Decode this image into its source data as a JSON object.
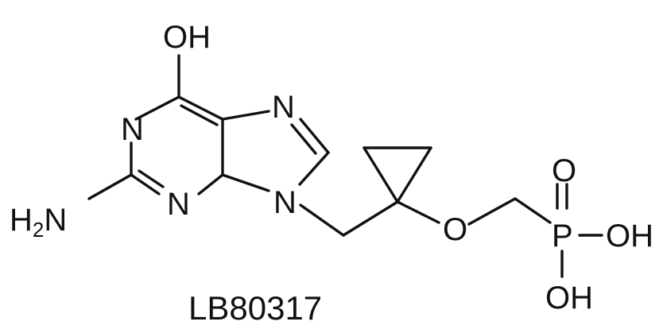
{
  "molecule": {
    "atoms": {
      "hydroxyl_top": "OH",
      "n1": "N",
      "n3": "N",
      "n7": "N",
      "n9": "N",
      "amine_h": "H",
      "amine_sub": "2",
      "amine_n": "N",
      "ether_o": "O",
      "phosphorus": "P",
      "phosphoryl_o": "O",
      "phosphonate_oh_right": "OH",
      "phosphonate_oh_bottom": "OH"
    },
    "caption": "LB80317"
  },
  "colors": {
    "ink": "#111111",
    "background": "#ffffff"
  }
}
